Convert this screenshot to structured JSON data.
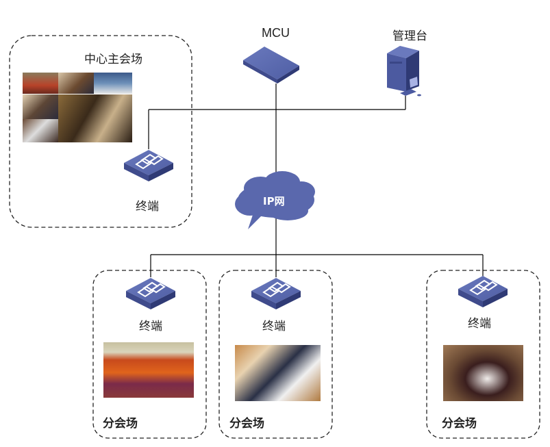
{
  "title": "视频会议组网示意",
  "colors": {
    "device_blue": "#5564a8",
    "device_top": "#5d6db3",
    "device_side": "#3e4a8a",
    "cloud": "#5a68ad",
    "line": "#000000",
    "dashed_border": "#222222"
  },
  "nodes": {
    "mcu": {
      "label": "MCU",
      "icon": "mcu-device-icon"
    },
    "console": {
      "label": "管理台",
      "icon": "pc-workstation-icon"
    },
    "network": {
      "label": "IP网",
      "icon": "cloud-icon"
    }
  },
  "main_venue": {
    "title": "中心主会场",
    "terminal_label": "终端",
    "photo": "conference-collage-photo"
  },
  "branch_venues": [
    {
      "label": "分会场",
      "terminal_label": "终端",
      "photo": "press-conference-photo"
    },
    {
      "label": "分会场",
      "terminal_label": "终端",
      "photo": "team-meeting-photo"
    },
    {
      "label": "分会场",
      "terminal_label": "终端",
      "photo": "round-table-photo"
    }
  ]
}
